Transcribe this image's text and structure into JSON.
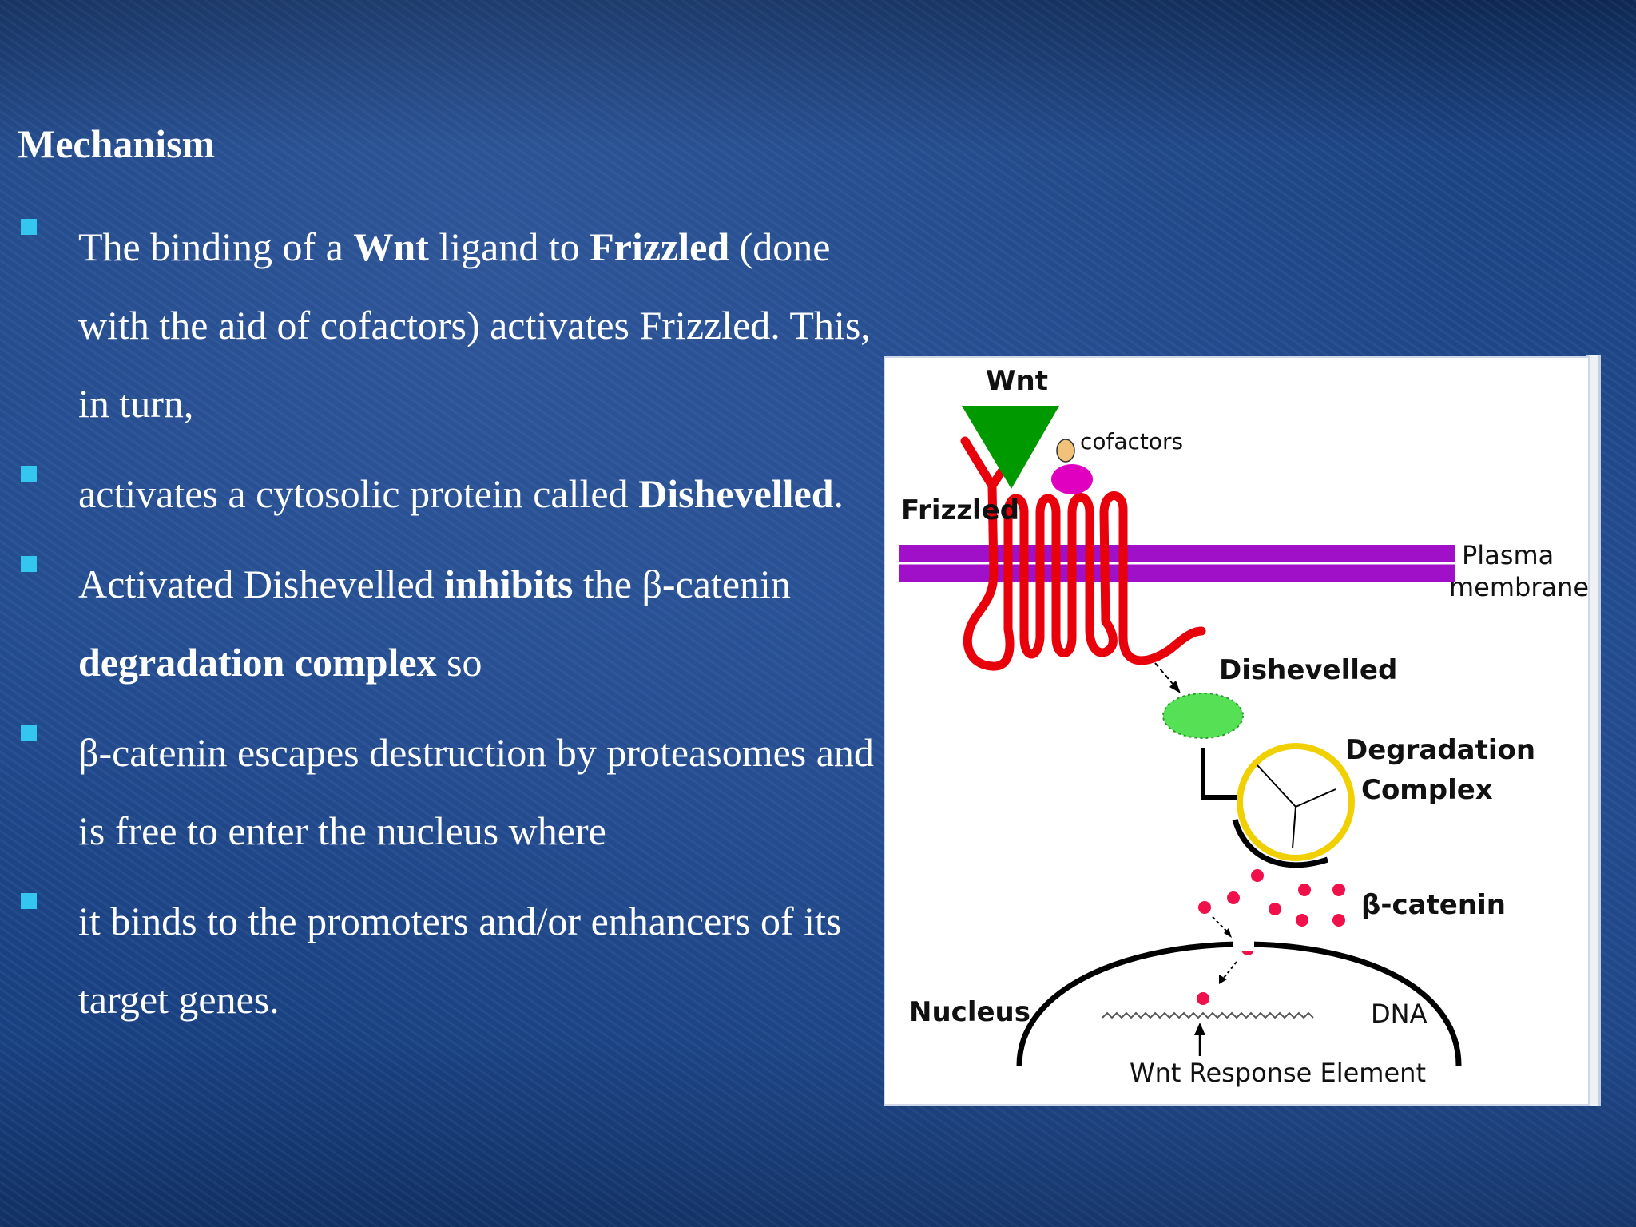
{
  "slide": {
    "heading": "Mechanism",
    "bullets": [
      [
        {
          "t": "The binding of a ",
          "b": false
        },
        {
          "t": "Wnt",
          "b": true
        },
        {
          "t": " ligand to ",
          "b": false
        },
        {
          "t": "Frizzled",
          "b": true
        },
        {
          "t": " (done with the aid of cofactors) activates Frizzled. This, in turn,",
          "b": false
        }
      ],
      [
        {
          "t": "activates a cytosolic protein called ",
          "b": false
        },
        {
          "t": "Dishevelled",
          "b": true
        },
        {
          "t": ".",
          "b": false
        }
      ],
      [
        {
          "t": "Activated Dishevelled ",
          "b": false
        },
        {
          "t": "inhibits",
          "b": true
        },
        {
          "t": " the β-catenin ",
          "b": false
        },
        {
          "t": "degradation complex",
          "b": true
        },
        {
          "t": " so",
          "b": false
        }
      ],
      [
        {
          "t": "β-catenin escapes destruction by proteasomes and is free to enter the nucleus where",
          "b": false
        }
      ],
      [
        {
          "t": "it binds to the promoters and/or enhancers of its target genes.",
          "b": false
        }
      ]
    ]
  },
  "diagram": {
    "labels": {
      "wnt": "Wnt",
      "cofactors": "cofactors",
      "frizzled": "Frizzled",
      "plasma_line1": "Plasma",
      "plasma_line2": "membrane",
      "dishevelled": "Dishevelled",
      "degradation_line1": "Degradation",
      "degradation_line2": "Complex",
      "beta_catenin": "β-catenin",
      "nucleus": "Nucleus",
      "dna": "DNA",
      "response": "Wnt Response Element"
    },
    "colors": {
      "wnt": "#009900",
      "frizzled": "#e8000a",
      "membrane": "#a010c8",
      "cofactor_small": "#f2c27a",
      "cofactor_large": "#e000c0",
      "dishevelled": "#55e055",
      "degradation_ring": "#f0d000",
      "beta_catenin": "#f0104a"
    }
  }
}
